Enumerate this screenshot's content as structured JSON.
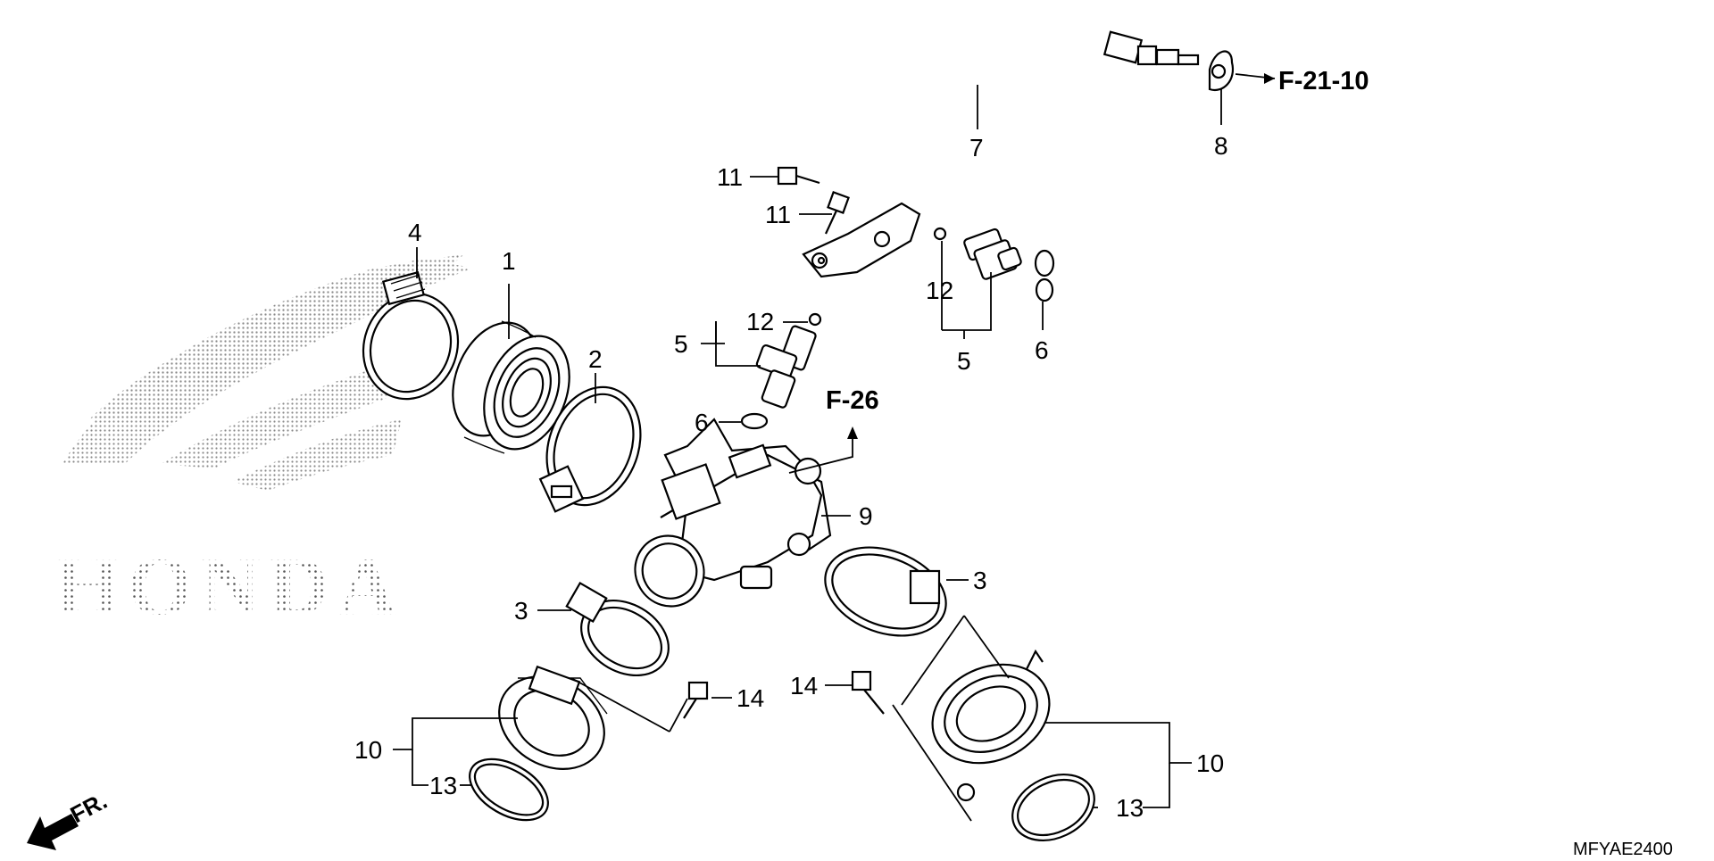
{
  "diagram": {
    "logo_text": "HONDA",
    "diagram_code": "MFYAE2400",
    "direction_label": "FR.",
    "references": {
      "ref_fuel": "F-21-10",
      "ref_throttle": "F-26"
    },
    "callouts": {
      "c1": "1",
      "c2": "2",
      "c3a": "3",
      "c3b": "3",
      "c4": "4",
      "c5a": "5",
      "c5b": "5",
      "c6a": "6",
      "c6b": "6",
      "c7": "7",
      "c8": "8",
      "c9": "9",
      "c10a": "10",
      "c10b": "10",
      "c11a": "11",
      "c11b": "11",
      "c12a": "12",
      "c12b": "12",
      "c13a": "13",
      "c13b": "13",
      "c14a": "14",
      "c14b": "14"
    }
  }
}
